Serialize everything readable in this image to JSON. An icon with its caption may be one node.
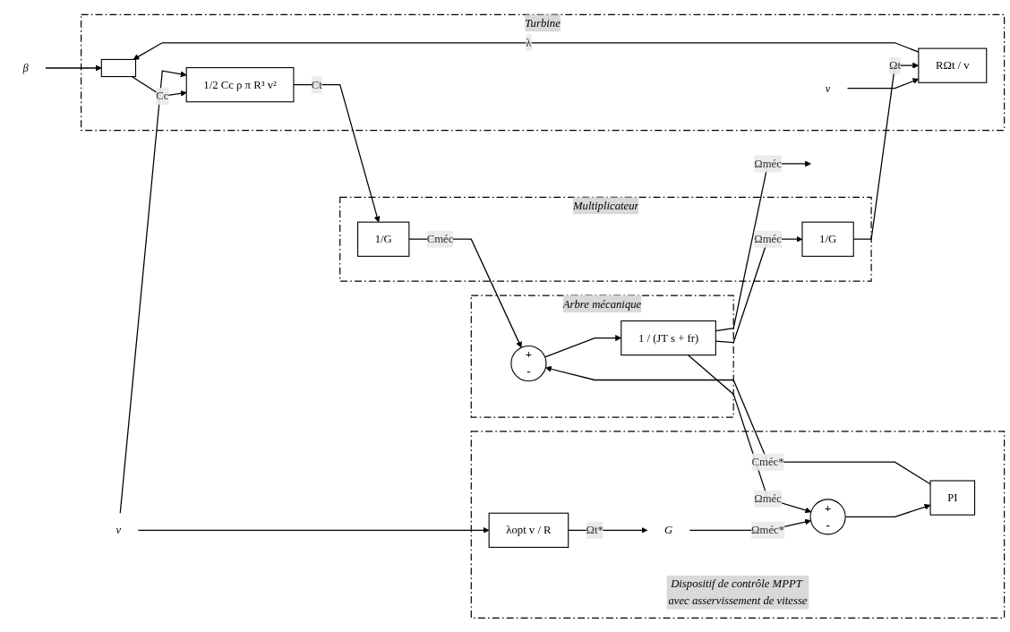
{
  "diagram": {
    "nodes": [
      {
        "text": [
          "Turbine"
        ]
      },
      {
        "text": [],
        "shape": "box",
        "in": 0
      },
      {
        "text": [
          "RΩt / v"
        ],
        "in": 0
      },
      {
        "text": [
          "v"
        ],
        "in": 0
      },
      {
        "text": [
          "1/2 Cc ρ π R³ v²"
        ],
        "in": 0
      },
      {
        "text": [
          "Multiplicateur"
        ]
      },
      {
        "text": [
          "1/G"
        ],
        "in": 5
      },
      {
        "text": [
          "1/G"
        ],
        "in": 5
      },
      {
        "text": [
          "Arbre mécanique"
        ]
      },
      {
        "text": [
          "+",
          "-"
        ],
        "in": 8
      },
      {
        "text": [
          "1 / (JT s + fr)"
        ],
        "in": 8
      },
      {
        "text": [
          "β"
        ]
      },
      {
        "text": [
          "v"
        ]
      },
      {
        "text": [
          "Dispositif de contrôle MPPT avec asservissement de vitesse"
        ]
      },
      {
        "text": [
          "λopt v / R"
        ],
        "in": 13
      },
      {
        "text": [
          "G"
        ],
        "in": 13
      },
      {
        "text": [
          "+",
          "-"
        ],
        "in": 13
      },
      {
        "text": [
          "PI"
        ],
        "in": 13
      }
    ],
    "edges": [
      {
        "from": 11,
        "to": 1,
        "arrow": "to"
      },
      {
        "from": 2,
        "to": 1,
        "arrow": "to",
        "label": "λ"
      },
      {
        "from": 3,
        "to": 2,
        "arrow": "to"
      },
      {
        "from": 1,
        "to": 4,
        "arrow": "to",
        "label": "Cc"
      },
      {
        "from": 6,
        "to": 2,
        "arrow": "to",
        "label": "Ωt"
      },
      {
        "from": 10,
        "to": 6,
        "arrow": "to",
        "label": "Ωméc"
      },
      {
        "from": 12,
        "to": 4,
        "arrow": "to"
      },
      {
        "from": 4,
        "to": 7,
        "arrow": "to",
        "label": "Ct"
      },
      {
        "from": 7,
        "to": 9,
        "arrow": "to",
        "label": "Cméc"
      },
      {
        "from": 9,
        "to": 10,
        "arrow": "to"
      },
      {
        "from": 10,
        "to": null,
        "arrow": "to",
        "label": "Ωméc"
      },
      {
        "from": 12,
        "to": 14,
        "arrow": "to"
      },
      {
        "from": 14,
        "to": 15,
        "arrow": "to",
        "label": "Ωt*"
      },
      {
        "from": 15,
        "to": 16,
        "arrow": "to",
        "label": "Ωméc*"
      },
      {
        "from": 16,
        "to": 17,
        "arrow": "to"
      },
      {
        "from": 17,
        "to": 9,
        "arrow": "to",
        "label": "Cméc*"
      },
      {
        "from": 10,
        "to": 16,
        "arrow": "to",
        "label": "Ωméc"
      }
    ]
  }
}
